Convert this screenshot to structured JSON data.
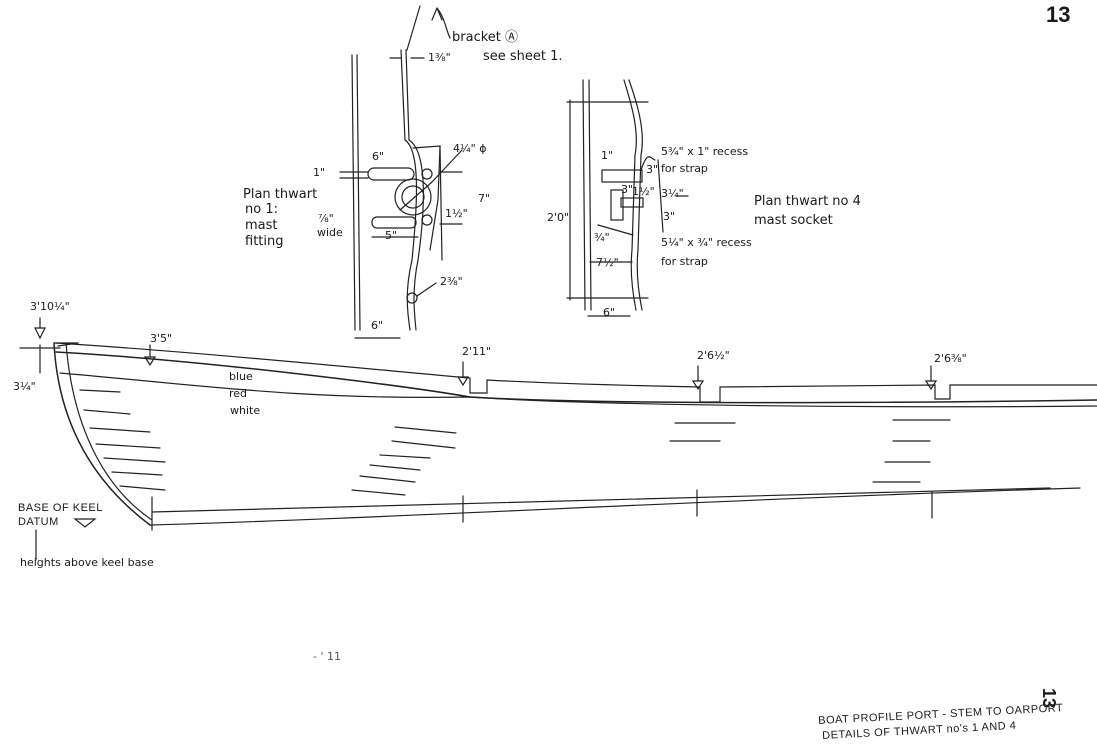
{
  "page_number": "13",
  "page_number_rotated": "13",
  "mast_detail": {
    "bracket_label": "bracket Ⓐ",
    "see_sheet": "see sheet 1.",
    "dim_top": "1⅜\"",
    "dim_circle": "4¼\" ϕ",
    "dim_6a": "6\"",
    "dim_1": "1\"",
    "dim_7": "7\"",
    "dim_1_5": "1½\"",
    "dim_7_8": "⅞\"",
    "wide": "wide",
    "dim_5": "5\"",
    "dim_2_3_8": "2⅜\"",
    "dim_6b": "6\"",
    "title": [
      "Plan thwart",
      "no 1:",
      "mast",
      "fitting"
    ]
  },
  "socket_detail": {
    "dim_1": "1\"",
    "recess_top": "5¾\" x 1\" recess",
    "for_strap_top": "for strap",
    "dim_3a": "3\"",
    "dim_1_2": "1½\"",
    "dim_3b": "3\"",
    "dim_3_1_4": "3¼\"",
    "dim_3c": "3\"",
    "dim_2_0": "2'0\"",
    "dim_3_4": "¾\"",
    "recess_bottom": "5¼\" x ¾\" recess",
    "for_strap_bottom": "for strap",
    "dim_7_1_2": "7½\"",
    "dim_6": "6\"",
    "title": [
      "Plan thwart no 4",
      "mast socket"
    ]
  },
  "profile": {
    "stem_height": "3'10¼\"",
    "sheer_height": "3'5\"",
    "stem_offset": "3¼\"",
    "thwart_heights": [
      "2'11\"",
      "2'6½\"",
      "2'6⅜\""
    ],
    "lines": [
      "blue",
      "red",
      "white"
    ],
    "datum": [
      "BASE OF KEEL",
      "DATUM"
    ],
    "note": "heights above keel base"
  },
  "stray_mark": "- ' 11",
  "caption": [
    "BOAT PROFILE PORT - STEM TO OARPORT",
    "DETAILS OF THWART no's 1 AND 4"
  ]
}
